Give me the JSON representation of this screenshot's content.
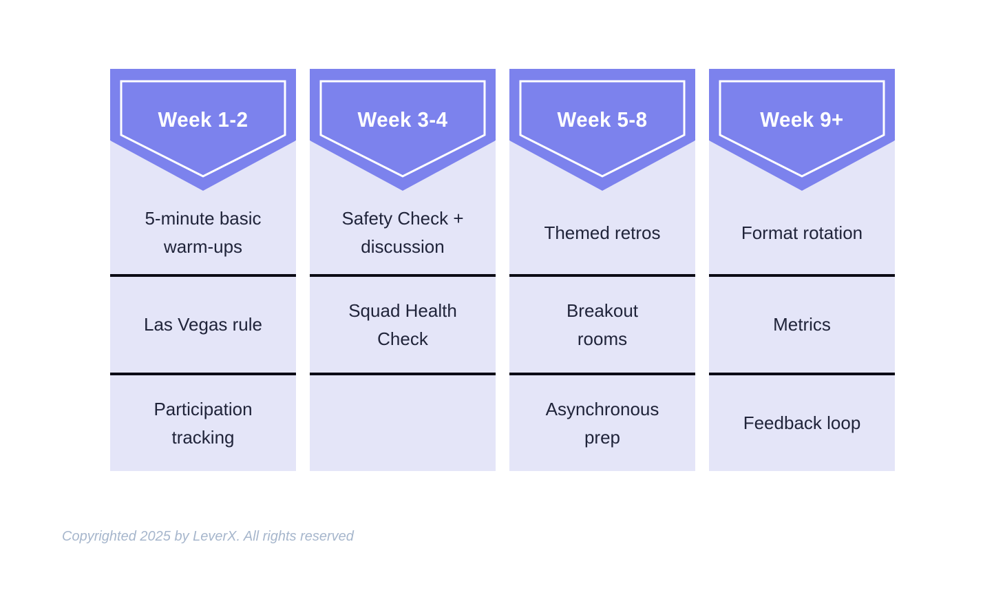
{
  "columns": [
    {
      "header": "Week 1-2",
      "items": [
        "5-minute basic\nwarm-ups",
        "Las Vegas rule",
        "Participation\ntracking"
      ]
    },
    {
      "header": "Week 3-4",
      "items": [
        "Safety Check +\ndiscussion",
        "Squad Health\nCheck",
        ""
      ]
    },
    {
      "header": "Week 5-8",
      "items": [
        "Themed retros",
        "Breakout\nrooms",
        "Asynchronous\nprep"
      ]
    },
    {
      "header": "Week 9+",
      "items": [
        "Format rotation",
        "Metrics",
        "Feedback loop"
      ]
    }
  ],
  "footer": {
    "copyright": "Copyrighted 2025 by LeverX. All rights reserved"
  },
  "colors": {
    "banner": "#7c82ed",
    "banner_outline": "#ffffff",
    "column_background": "#e4e5f8",
    "divider": "#0b0b15",
    "cell_text": "#20243a",
    "header_text": "#ffffff",
    "footer_text": "#a6b6cc"
  }
}
